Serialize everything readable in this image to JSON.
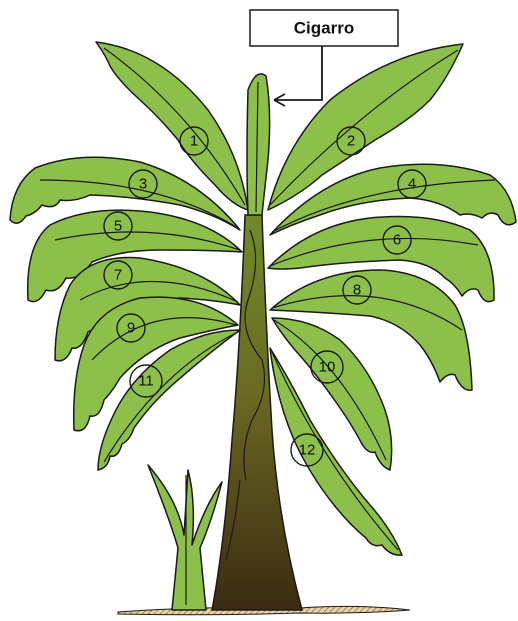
{
  "label": {
    "text": "Cigarro"
  },
  "leaves": [
    {
      "number": "1"
    },
    {
      "number": "2"
    },
    {
      "number": "3"
    },
    {
      "number": "4"
    },
    {
      "number": "5"
    },
    {
      "number": "6"
    },
    {
      "number": "7"
    },
    {
      "number": "8"
    },
    {
      "number": "9"
    },
    {
      "number": "10"
    },
    {
      "number": "11"
    },
    {
      "number": "12"
    }
  ],
  "colors": {
    "leaf": "#8dc04b",
    "leaf_dark": "#6fa232",
    "trunk_top": "#6b7a2a",
    "trunk_bottom": "#3d2a12",
    "outline": "#1a1a1a"
  }
}
